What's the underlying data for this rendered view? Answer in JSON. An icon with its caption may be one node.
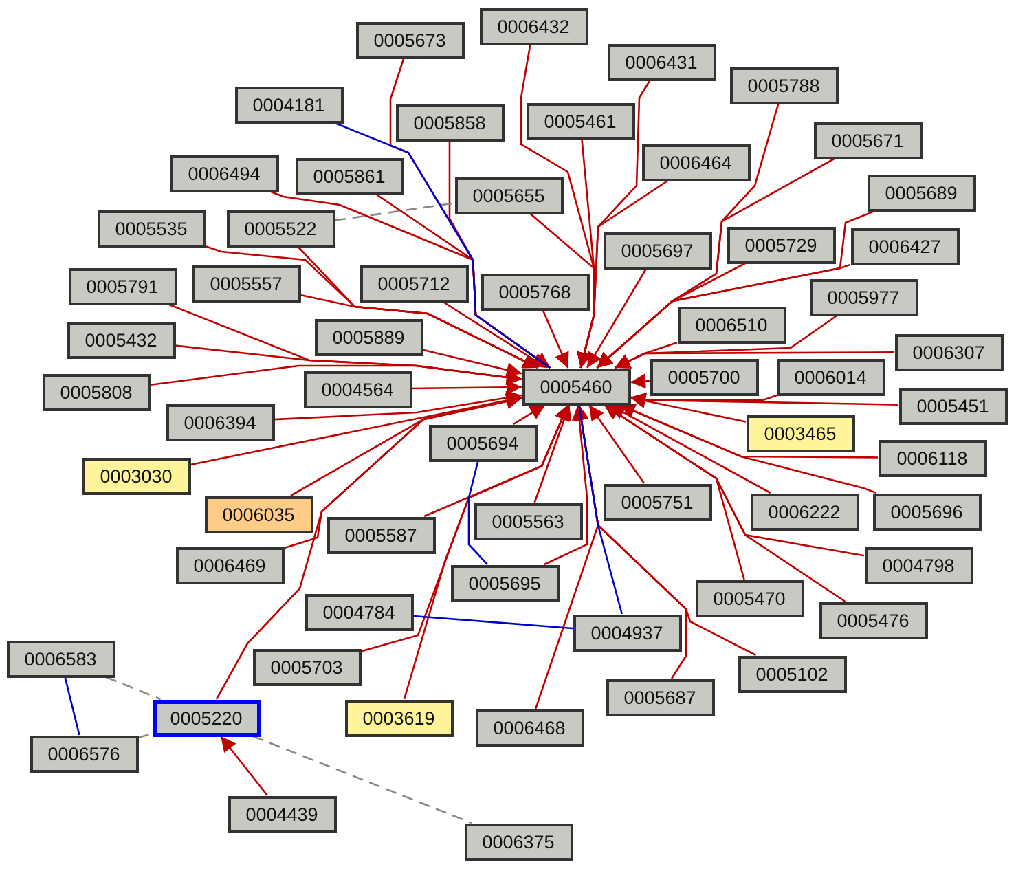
{
  "diagram": {
    "nodes": [
      {
        "text": [
          "0005673"
        ]
      },
      {
        "text": [
          "0006432"
        ]
      },
      {
        "text": [
          "0006431"
        ]
      },
      {
        "text": [
          "0004181"
        ]
      },
      {
        "text": [
          "0005858"
        ]
      },
      {
        "text": [
          "0005461"
        ]
      },
      {
        "text": [
          "0005788"
        ]
      },
      {
        "text": [
          "0006464"
        ]
      },
      {
        "text": [
          "0005671"
        ]
      },
      {
        "text": [
          "0006494"
        ]
      },
      {
        "text": [
          "0005861"
        ]
      },
      {
        "text": [
          "0005655"
        ]
      },
      {
        "text": [
          "0005522"
        ]
      },
      {
        "text": [
          "0005535"
        ]
      },
      {
        "text": [
          "0005689"
        ]
      },
      {
        "text": [
          "0005697"
        ]
      },
      {
        "text": [
          "0005729"
        ]
      },
      {
        "text": [
          "0006427"
        ]
      },
      {
        "text": [
          "0005557"
        ]
      },
      {
        "text": [
          "0005791"
        ]
      },
      {
        "text": [
          "0005712"
        ]
      },
      {
        "text": [
          "0005768"
        ]
      },
      {
        "text": [
          "0005977"
        ]
      },
      {
        "text": [
          "0006510"
        ]
      },
      {
        "text": [
          "0005432"
        ]
      },
      {
        "text": [
          "0005889"
        ]
      },
      {
        "text": [
          "0006307"
        ]
      },
      {
        "text": [
          "0005460"
        ]
      },
      {
        "text": [
          "0005700"
        ]
      },
      {
        "text": [
          "0006014"
        ]
      },
      {
        "text": [
          "0005451"
        ]
      },
      {
        "text": [
          "0005808"
        ]
      },
      {
        "text": [
          "0004564"
        ]
      },
      {
        "text": [
          "0006394"
        ]
      },
      {
        "text": [
          "0003465"
        ]
      },
      {
        "text": [
          "0006118"
        ]
      },
      {
        "text": [
          "0003030"
        ]
      },
      {
        "text": [
          "0005694"
        ]
      },
      {
        "text": [
          "0006035"
        ]
      },
      {
        "text": [
          "0005587"
        ]
      },
      {
        "text": [
          "0005563"
        ]
      },
      {
        "text": [
          "0005751"
        ]
      },
      {
        "text": [
          "0006222"
        ]
      },
      {
        "text": [
          "0005696"
        ]
      },
      {
        "text": [
          "0006469"
        ]
      },
      {
        "text": [
          "0004798"
        ]
      },
      {
        "text": [
          "0005695"
        ]
      },
      {
        "text": [
          "0005470"
        ]
      },
      {
        "text": [
          "0004784"
        ]
      },
      {
        "text": [
          "0005476"
        ]
      },
      {
        "text": [
          "0004937"
        ]
      },
      {
        "text": [
          "0006583"
        ]
      },
      {
        "text": [
          "0005703"
        ]
      },
      {
        "text": [
          "0005102"
        ]
      },
      {
        "text": [
          "0005220"
        ]
      },
      {
        "text": [
          "0003619"
        ]
      },
      {
        "text": [
          "0005687"
        ]
      },
      {
        "text": [
          "0006468"
        ]
      },
      {
        "text": [
          "0006576"
        ]
      },
      {
        "text": [
          "0004439"
        ]
      },
      {
        "text": [
          "0006375"
        ]
      }
    ],
    "edges": [
      {
        "from": 0,
        "to": 27,
        "arrow": "to"
      },
      {
        "from": 1,
        "to": 27,
        "arrow": "to"
      },
      {
        "from": 2,
        "to": 27,
        "arrow": "to"
      },
      {
        "from": 4,
        "to": 27,
        "arrow": "to"
      },
      {
        "from": 5,
        "to": 27,
        "arrow": "to"
      },
      {
        "from": 6,
        "to": 27,
        "arrow": "to"
      },
      {
        "from": 7,
        "to": 27,
        "arrow": "to"
      },
      {
        "from": 8,
        "to": 27,
        "arrow": "to"
      },
      {
        "from": 9,
        "to": 27,
        "arrow": "to"
      },
      {
        "from": 10,
        "to": 27,
        "arrow": "to"
      },
      {
        "from": 11,
        "to": 27,
        "arrow": "to"
      },
      {
        "from": 12,
        "to": 27,
        "arrow": "to"
      },
      {
        "from": 13,
        "to": 27,
        "arrow": "to"
      },
      {
        "from": 14,
        "to": 27,
        "arrow": "to"
      },
      {
        "from": 15,
        "to": 27,
        "arrow": "to"
      },
      {
        "from": 16,
        "to": 27,
        "arrow": "to"
      },
      {
        "from": 17,
        "to": 27,
        "arrow": "to"
      },
      {
        "from": 18,
        "to": 27,
        "arrow": "to"
      },
      {
        "from": 19,
        "to": 27,
        "arrow": "to"
      },
      {
        "from": 20,
        "to": 27,
        "arrow": "to"
      },
      {
        "from": 21,
        "to": 27,
        "arrow": "to"
      },
      {
        "from": 22,
        "to": 27,
        "arrow": "to"
      },
      {
        "from": 23,
        "to": 27,
        "arrow": "to"
      },
      {
        "from": 24,
        "to": 27,
        "arrow": "to"
      },
      {
        "from": 25,
        "to": 27,
        "arrow": "to"
      },
      {
        "from": 26,
        "to": 27,
        "arrow": "to"
      },
      {
        "from": 28,
        "to": 27,
        "arrow": "to"
      },
      {
        "from": 29,
        "to": 27,
        "arrow": "to"
      },
      {
        "from": 30,
        "to": 27,
        "arrow": "to"
      },
      {
        "from": 31,
        "to": 27,
        "arrow": "to"
      },
      {
        "from": 32,
        "to": 27,
        "arrow": "to"
      },
      {
        "from": 33,
        "to": 27,
        "arrow": "to"
      },
      {
        "from": 34,
        "to": 27,
        "arrow": "to"
      },
      {
        "from": 35,
        "to": 27,
        "arrow": "to"
      },
      {
        "from": 36,
        "to": 27,
        "arrow": "to"
      },
      {
        "from": 37,
        "to": 27,
        "arrow": "to"
      },
      {
        "from": 38,
        "to": 27,
        "arrow": "to"
      },
      {
        "from": 39,
        "to": 27,
        "arrow": "to"
      },
      {
        "from": 40,
        "to": 27,
        "arrow": "to"
      },
      {
        "from": 41,
        "to": 27,
        "arrow": "to"
      },
      {
        "from": 42,
        "to": 27,
        "arrow": "to"
      },
      {
        "from": 43,
        "to": 27,
        "arrow": "to"
      },
      {
        "from": 44,
        "to": 27,
        "arrow": "to"
      },
      {
        "from": 45,
        "to": 27,
        "arrow": "to"
      },
      {
        "from": 46,
        "to": 27,
        "arrow": "to"
      },
      {
        "from": 47,
        "to": 27,
        "arrow": "to"
      },
      {
        "from": 49,
        "to": 27,
        "arrow": "to"
      },
      {
        "from": 52,
        "to": 27,
        "arrow": "to"
      },
      {
        "from": 53,
        "to": 27,
        "arrow": "to"
      },
      {
        "from": 54,
        "to": 27,
        "arrow": "to"
      },
      {
        "from": 55,
        "to": 27,
        "arrow": "to"
      },
      {
        "from": 56,
        "to": 27,
        "arrow": "to"
      },
      {
        "from": 57,
        "to": 27,
        "arrow": "to"
      },
      {
        "from": 3,
        "to": 27,
        "arrow": "none",
        "color": "#0000cc"
      },
      {
        "from": 27,
        "to": 50,
        "arrow": "none",
        "color": "#0000cc"
      },
      {
        "from": 37,
        "to": 46,
        "arrow": "none",
        "color": "#0000cc"
      },
      {
        "from": 48,
        "to": 50,
        "arrow": "none",
        "color": "#0000cc"
      },
      {
        "from": 51,
        "to": 58,
        "arrow": "none",
        "color": "#0000cc"
      },
      {
        "from": 12,
        "to": 11,
        "arrow": "none",
        "style": "dashed",
        "color": "#888888"
      },
      {
        "from": 51,
        "to": 54,
        "arrow": "none",
        "style": "dashed",
        "color": "#888888"
      },
      {
        "from": 58,
        "to": 54,
        "arrow": "none",
        "style": "dashed",
        "color": "#888888"
      },
      {
        "from": 54,
        "to": 60,
        "arrow": "none",
        "style": "dashed",
        "color": "#888888"
      },
      {
        "from": 59,
        "to": 54,
        "arrow": "to"
      }
    ]
  }
}
